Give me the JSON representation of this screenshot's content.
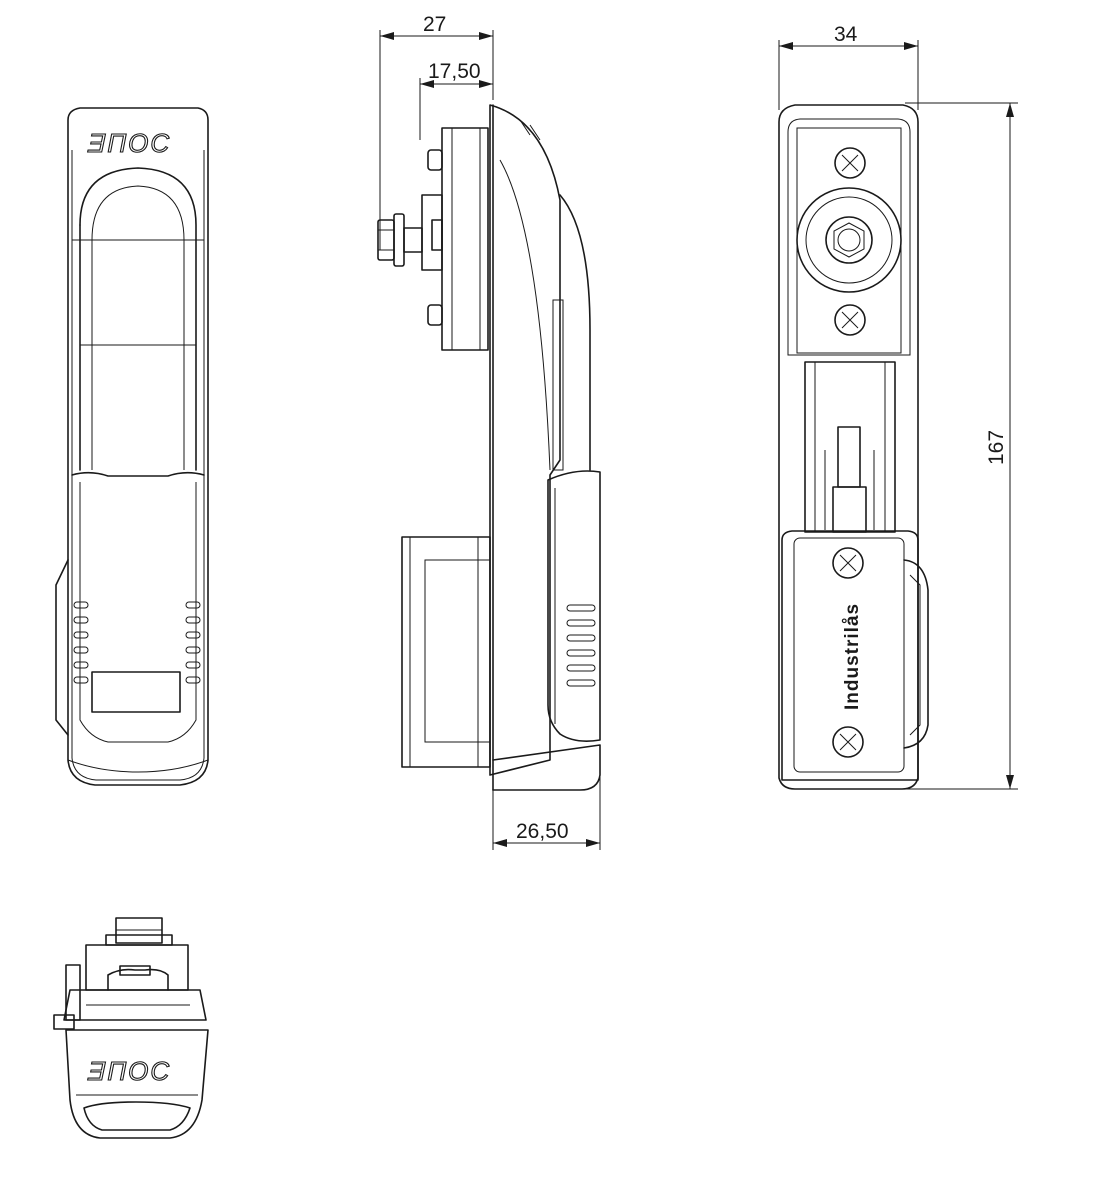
{
  "dimensions": {
    "side_total_width": "27",
    "side_base_offset": "17,50",
    "side_front_depth": "26,50",
    "back_width": "34",
    "back_height": "167"
  },
  "marks": {
    "logo": "ƎΠOC",
    "plate_text": "Industrilås"
  }
}
